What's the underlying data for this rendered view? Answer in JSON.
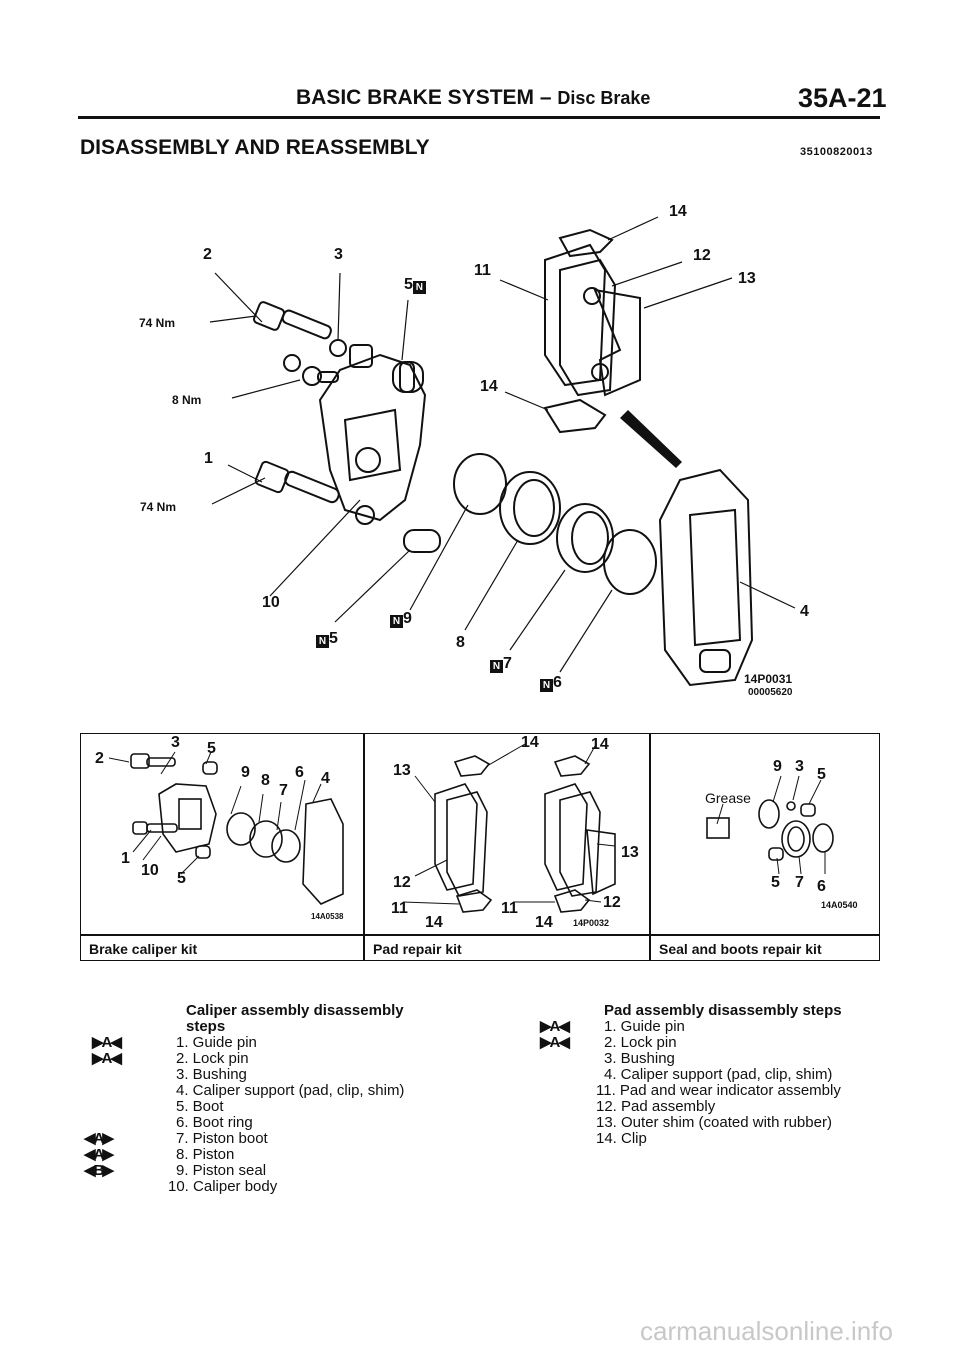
{
  "header": {
    "title": "BASIC BRAKE SYSTEM – ",
    "subtitle": "Disc Brake",
    "page": "35A-21"
  },
  "section": {
    "title": "DISASSEMBLY AND REASSEMBLY",
    "code": "35100820013"
  },
  "diagram": {
    "callouts": {
      "c2": "2",
      "c3": "3",
      "c5": "5",
      "c11": "11",
      "c14a": "14",
      "c12": "12",
      "c13": "13",
      "c14b": "14",
      "c1": "1",
      "c10": "10",
      "c5b": "5",
      "c9": "9",
      "c8": "8",
      "c7": "7",
      "c6": "6",
      "c4": "4"
    },
    "torque_a": "74 Nm",
    "torque_b": "8 Nm",
    "torque_c": "74 Nm",
    "new_mark": "N",
    "ref_code": "14P0031",
    "ref_code2": "00005620"
  },
  "kits": {
    "caliper": {
      "caption": "Brake caliper kit",
      "code": "14A0538",
      "nums": [
        "3",
        "5",
        "2",
        "9",
        "8",
        "6",
        "7",
        "4",
        "1",
        "10",
        "5"
      ]
    },
    "pad": {
      "caption": "Pad repair kit",
      "code": "14P0032",
      "nums": [
        "14",
        "14",
        "13",
        "13",
        "12",
        "12",
        "11",
        "14",
        "11",
        "14"
      ]
    },
    "seal": {
      "caption": "Seal and boots repair kit",
      "code": "14A0540",
      "grease": "Grease",
      "nums": [
        "9",
        "3",
        "5",
        "5",
        "7",
        "6"
      ]
    }
  },
  "caliper_steps": {
    "heading1": "Caliper assembly disassembly",
    "heading2": "steps",
    "items": [
      "1. Guide pin",
      "2. Lock pin",
      "3. Bushing",
      "4. Caliper support (pad, clip, shim)",
      "5. Boot",
      "6. Boot ring",
      "7. Piston boot",
      "8. Piston",
      "9. Piston seal",
      "10. Caliper body"
    ],
    "marks": [
      "▶A◀",
      "▶A◀",
      "",
      "",
      "",
      "",
      "◀A▶",
      "◀A▶",
      "◀B▶",
      ""
    ]
  },
  "pad_steps": {
    "heading": "Pad assembly disassembly steps",
    "items": [
      "1. Guide pin",
      "2. Lock pin",
      "3. Bushing",
      "4. Caliper support (pad, clip, shim)",
      "11. Pad and wear indicator assembly",
      "12. Pad assembly",
      "13. Outer shim (coated with rubber)",
      "14. Clip"
    ],
    "marks": [
      "▶A◀",
      "▶A◀",
      "",
      "",
      "",
      "",
      "",
      ""
    ]
  },
  "footer": {
    "watermark": "carmanualsonline.info"
  }
}
